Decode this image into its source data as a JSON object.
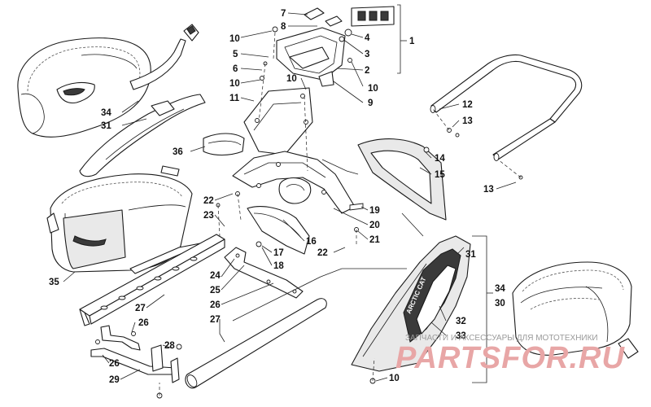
{
  "diagram": {
    "callouts": {
      "c1": "1",
      "c2": "2",
      "c3": "3",
      "c4": "4",
      "c5": "5",
      "c6": "6",
      "c7": "7",
      "c8": "8",
      "c9": "9",
      "c10a": "10",
      "c10b": "10",
      "c10c": "10",
      "c10d": "10",
      "c10e": "10",
      "c11": "11",
      "c12": "12",
      "c13a": "13",
      "c13b": "13",
      "c14": "14",
      "c15": "15",
      "c16": "16",
      "c17": "17",
      "c18": "18",
      "c19": "19",
      "c20": "20",
      "c21": "21",
      "c22a": "22",
      "c22b": "22",
      "c23": "23",
      "c24": "24",
      "c25": "25",
      "c26a": "26",
      "c26b": "26",
      "c26c": "26",
      "c27a": "27",
      "c27b": "27",
      "c28": "28",
      "c29": "29",
      "c30": "30",
      "c31a": "31",
      "c31b": "31",
      "c32": "32",
      "c33": "33",
      "c34a": "34",
      "c34b": "34",
      "c35": "35",
      "c36": "36"
    },
    "part_label": "ARCTIC CAT"
  },
  "watermark": {
    "caption": "ЗАПЧАСТИ И АКСЕССУАРЫ ДЛЯ МОТОТЕХНИКИ",
    "logo": "PARTSFOR.RU"
  },
  "colors": {
    "line": "#1a1a1a",
    "watermark_logo": "#e8a6a6",
    "watermark_caption": "#9a9a9a"
  }
}
